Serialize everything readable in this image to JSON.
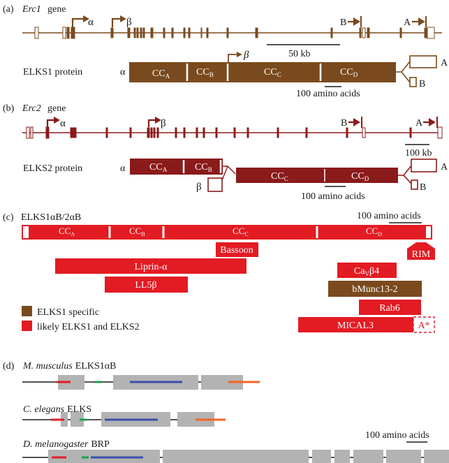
{
  "panel_a": {
    "letter": "(a)",
    "gene": "Erc1",
    "gene_suffix": "gene",
    "promoter_alpha": "α",
    "promoter_beta": "β",
    "exon_b_label": "B",
    "exon_a_label": "A",
    "scale_gene": "50 kb",
    "protein_label": "ELKS1 protein",
    "alpha_label": "α",
    "beta_label": "β",
    "cc_a": "CC",
    "cc_a_sub": "A",
    "cc_b": "CC",
    "cc_b_sub": "B",
    "cc_c": "CC",
    "cc_c_sub": "C",
    "cc_d": "CC",
    "cc_d_sub": "D",
    "end_a": "A",
    "end_b": "B",
    "scale_protein": "100 amino acids"
  },
  "panel_b": {
    "letter": "(b)",
    "gene": "Erc2",
    "gene_suffix": "gene",
    "promoter_alpha": "α",
    "promoter_beta": "β",
    "exon_b_label": "B",
    "exon_a_label": "A",
    "scale_gene": "100 kb",
    "protein_label": "ELKS2 protein",
    "alpha_label": "α",
    "beta_label": "β",
    "cc_a": "CC",
    "cc_a_sub": "A",
    "cc_b": "CC",
    "cc_b_sub": "B",
    "cc_c": "CC",
    "cc_c_sub": "C",
    "cc_d": "CC",
    "cc_d_sub": "D",
    "end_a": "A",
    "end_b": "B",
    "scale_protein": "100 amino acids"
  },
  "panel_c": {
    "letter": "(c)",
    "title": "ELKS1αB/2αB",
    "scale": "100 amino acids",
    "cc_a": "CC",
    "cc_a_sub": "A",
    "cc_b": "CC",
    "cc_b_sub": "B",
    "cc_c": "CC",
    "cc_c_sub": "C",
    "cc_d": "CC",
    "cc_d_sub": "D",
    "partners": {
      "bassoon": "Bassoon",
      "rim": "RIM",
      "liprin": "Liprin-α",
      "cav": "Ca",
      "cav_sub": "V",
      "cav_rest": "β4",
      "ll5": "LL5β",
      "bmunc": "bMunc13-2",
      "rab6": "Rab6",
      "mical": "MICAL3",
      "astar": "A*"
    },
    "legend": {
      "elks1": "ELKS1 specific",
      "both": "likely ELKS1 and ELKS2"
    }
  },
  "panel_d": {
    "letter": "(d)",
    "species": [
      {
        "genus": "M. musculus",
        "name": "ELKS1αB"
      },
      {
        "genus": "C. elegans",
        "name": "ELKS"
      },
      {
        "genus": "D. melanogaster",
        "name": "BRP"
      }
    ],
    "scale": "100 amino acids"
  },
  "colors": {
    "elks1": "#7a4a1e",
    "elks2": "#8b1a1a",
    "red": "#e31b23",
    "gray": "#b3b3b3",
    "blue": "#3a4fa8",
    "green": "#1aa04a",
    "orange": "#f26522"
  }
}
